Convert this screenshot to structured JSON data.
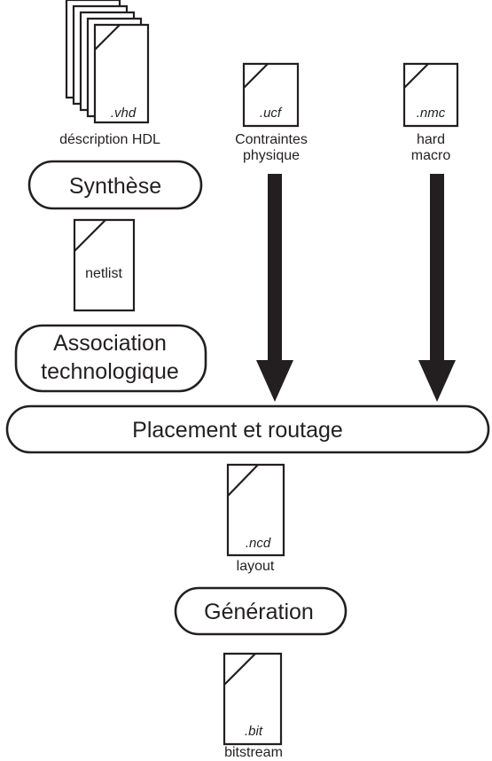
{
  "colors": {
    "ink": "#231f20",
    "background": "#ffffff"
  },
  "files": {
    "vhd": {
      "ext": ".vhd",
      "label_lines": [
        "déscription HDL"
      ]
    },
    "ucf": {
      "ext": ".ucf",
      "label_lines": [
        "Contraintes",
        "physique"
      ]
    },
    "nmc": {
      "ext": ".nmc",
      "label_lines": [
        "hard",
        "macro"
      ]
    },
    "netlist": {
      "ext": "netlist",
      "label_lines": []
    },
    "ncd": {
      "ext": ".ncd",
      "label_lines": [
        "layout"
      ]
    },
    "bit": {
      "ext": ".bit",
      "label_lines": [
        "bitstream"
      ]
    }
  },
  "steps": {
    "synthese": {
      "lines": [
        "Synthèse"
      ]
    },
    "association": {
      "lines": [
        "Association",
        "technologique"
      ]
    },
    "placement": {
      "lines": [
        "Placement et routage"
      ]
    },
    "generation": {
      "lines": [
        "Génération"
      ]
    }
  },
  "icons": [
    "document-icon",
    "stacked-documents-icon",
    "down-arrow-icon"
  ]
}
